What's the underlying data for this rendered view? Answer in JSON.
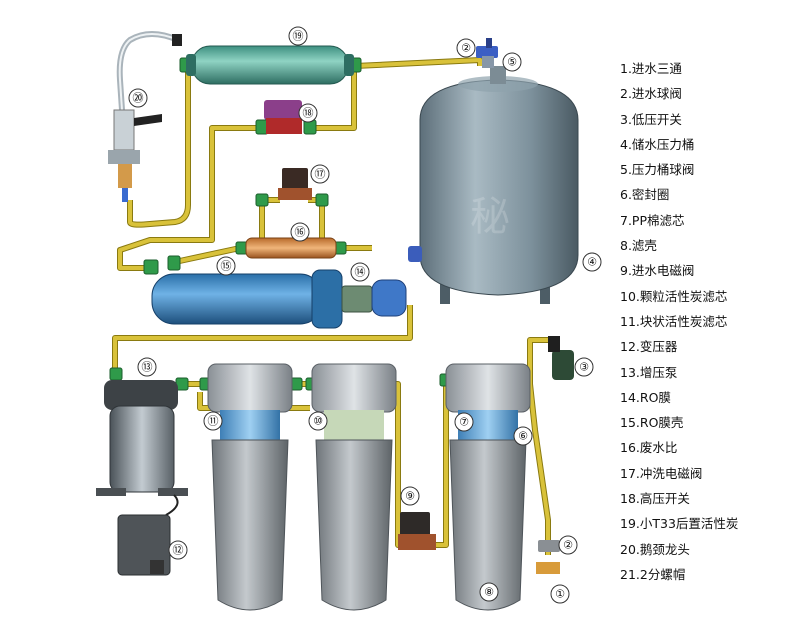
{
  "callouts": [
    {
      "num": "①"
    },
    {
      "num": "②"
    },
    {
      "num": "③"
    },
    {
      "num": "④"
    },
    {
      "num": "⑤"
    },
    {
      "num": "⑥"
    },
    {
      "num": "⑦"
    },
    {
      "num": "⑧"
    },
    {
      "num": "⑨"
    },
    {
      "num": "⑩"
    },
    {
      "num": "⑪"
    },
    {
      "num": "⑫"
    },
    {
      "num": "⑬"
    },
    {
      "num": "⑭"
    },
    {
      "num": "⑮"
    },
    {
      "num": "⑯"
    },
    {
      "num": "⑰"
    },
    {
      "num": "⑱"
    },
    {
      "num": "⑲"
    },
    {
      "num": "⑳"
    },
    {
      "num": "②"
    }
  ],
  "legend": [
    "1.进水三通",
    "2.进水球阀",
    "3.低压开关",
    "4.储水压力桶",
    "5.压力桶球阀",
    "6.密封圈",
    "7.PP棉滤芯",
    "8.滤壳",
    "9.进水电磁阀",
    "10.颗粒活性炭滤芯",
    "11.块状活性炭滤芯",
    "12.变压器",
    "13.增压泵",
    "14.RO膜",
    "15.RO膜壳",
    "16.废水比",
    "17.冲洗电磁阀",
    "18.高压开关",
    "19.小T33后置活性炭",
    "20.鹅颈龙头",
    "21.2分螺帽"
  ],
  "icons": {
    "tank": "pressure-tank-icon",
    "faucet": "gooseneck-faucet-icon",
    "pump": "booster-pump-icon",
    "transformer": "transformer-icon"
  }
}
